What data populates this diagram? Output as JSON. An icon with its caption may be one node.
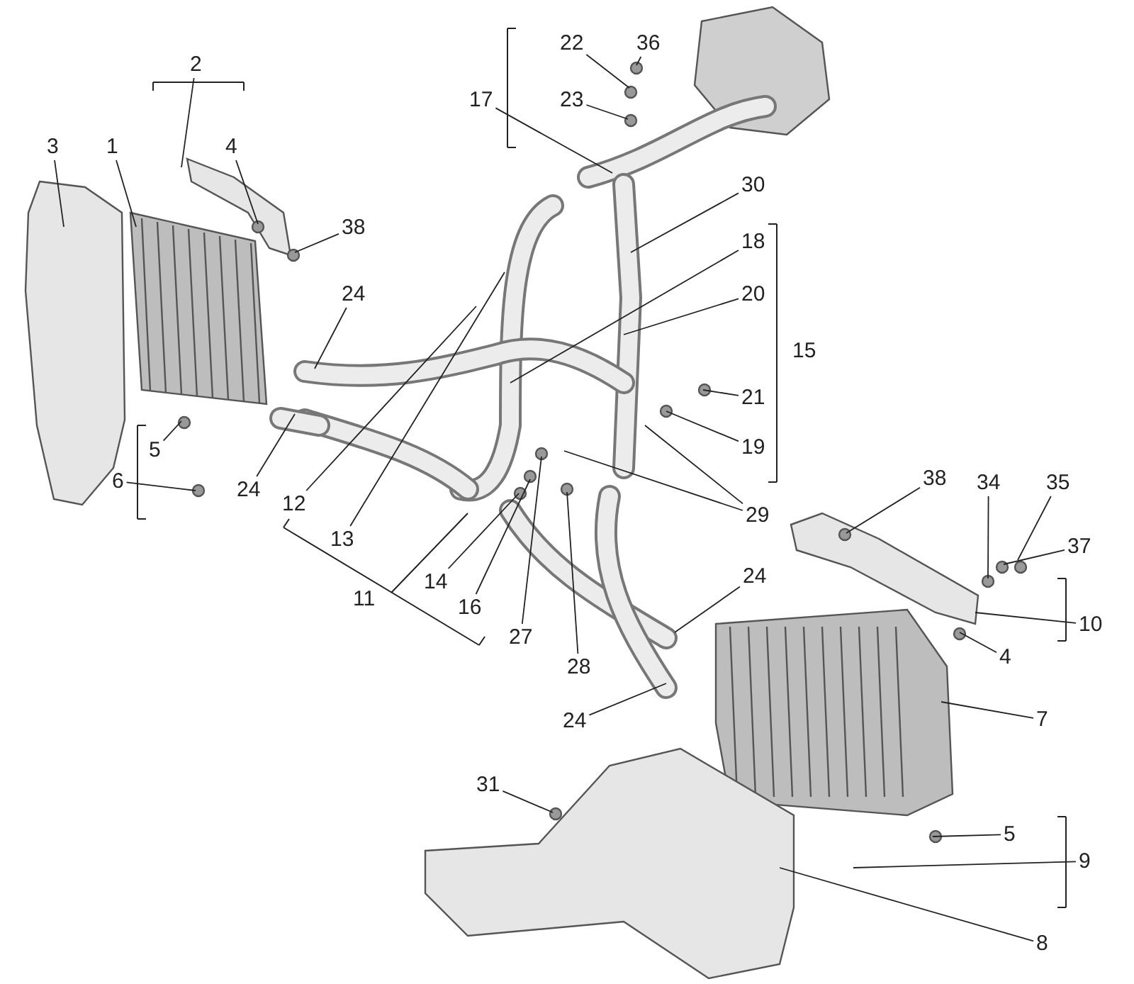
{
  "diagram": {
    "nodes": [
      {
        "text": [
          "2"
        ]
      },
      {
        "text": [
          "22"
        ]
      },
      {
        "text": [
          "36"
        ]
      },
      {
        "text": [
          "17"
        ]
      },
      {
        "text": [
          "23"
        ]
      },
      {
        "text": [
          "3"
        ]
      },
      {
        "text": [
          "1"
        ]
      },
      {
        "text": [
          "4"
        ]
      },
      {
        "text": [
          "30"
        ]
      },
      {
        "text": [
          "38"
        ]
      },
      {
        "text": [
          "18"
        ]
      },
      {
        "text": [
          "24"
        ]
      },
      {
        "text": [
          "20"
        ]
      },
      {
        "text": [
          "15"
        ]
      },
      {
        "text": [
          "21"
        ]
      },
      {
        "text": [
          "5"
        ]
      },
      {
        "text": [
          "6"
        ]
      },
      {
        "text": [
          "19"
        ]
      },
      {
        "text": [
          "24"
        ]
      },
      {
        "text": [
          "12"
        ]
      },
      {
        "text": [
          "29"
        ]
      },
      {
        "text": [
          "38"
        ]
      },
      {
        "text": [
          "34"
        ]
      },
      {
        "text": [
          "35"
        ]
      },
      {
        "text": [
          "13"
        ]
      },
      {
        "text": [
          "37"
        ]
      },
      {
        "text": [
          "11"
        ]
      },
      {
        "text": [
          "14"
        ]
      },
      {
        "text": [
          "10"
        ]
      },
      {
        "text": [
          "16"
        ]
      },
      {
        "text": [
          "24"
        ]
      },
      {
        "text": [
          "4"
        ]
      },
      {
        "text": [
          "27"
        ]
      },
      {
        "text": [
          "28"
        ]
      },
      {
        "text": [
          "24"
        ]
      },
      {
        "text": [
          "7"
        ]
      },
      {
        "text": [
          "31"
        ]
      },
      {
        "text": [
          "5"
        ]
      },
      {
        "text": [
          "9"
        ]
      },
      {
        "text": [
          "8"
        ]
      }
    ],
    "edges": [
      {
        "from": 0,
        "to": null,
        "arrow": "none"
      },
      {
        "from": 1,
        "to": null,
        "arrow": "none"
      },
      {
        "from": 2,
        "to": null,
        "arrow": "none"
      },
      {
        "from": 3,
        "to": null,
        "arrow": "none"
      },
      {
        "from": 4,
        "to": null,
        "arrow": "none"
      },
      {
        "from": 5,
        "to": null,
        "arrow": "none"
      },
      {
        "from": 6,
        "to": null,
        "arrow": "none"
      },
      {
        "from": 7,
        "to": null,
        "arrow": "none"
      },
      {
        "from": 8,
        "to": null,
        "arrow": "none"
      },
      {
        "from": 9,
        "to": null,
        "arrow": "none"
      },
      {
        "from": 10,
        "to": null,
        "arrow": "none"
      },
      {
        "from": 11,
        "to": null,
        "arrow": "none"
      },
      {
        "from": 12,
        "to": null,
        "arrow": "none"
      },
      {
        "from": 14,
        "to": null,
        "arrow": "none"
      },
      {
        "from": 15,
        "to": null,
        "arrow": "none"
      },
      {
        "from": 16,
        "to": null,
        "arrow": "none"
      },
      {
        "from": 17,
        "to": null,
        "arrow": "none"
      },
      {
        "from": 18,
        "to": null,
        "arrow": "none"
      },
      {
        "from": 19,
        "to": null,
        "arrow": "none"
      },
      {
        "from": 20,
        "to": null,
        "arrow": "none"
      },
      {
        "from": 20,
        "to": null,
        "arrow": "none"
      },
      {
        "from": 21,
        "to": null,
        "arrow": "none"
      },
      {
        "from": 22,
        "to": null,
        "arrow": "none"
      },
      {
        "from": 23,
        "to": null,
        "arrow": "none"
      },
      {
        "from": 24,
        "to": null,
        "arrow": "none"
      },
      {
        "from": 25,
        "to": null,
        "arrow": "none"
      },
      {
        "from": 27,
        "to": null,
        "arrow": "none"
      },
      {
        "from": 28,
        "to": null,
        "arrow": "none"
      },
      {
        "from": 29,
        "to": null,
        "arrow": "none"
      },
      {
        "from": 30,
        "to": null,
        "arrow": "none"
      },
      {
        "from": 31,
        "to": null,
        "arrow": "none"
      },
      {
        "from": 32,
        "to": null,
        "arrow": "none"
      },
      {
        "from": 33,
        "to": null,
        "arrow": "none"
      },
      {
        "from": 34,
        "to": null,
        "arrow": "none"
      },
      {
        "from": 35,
        "to": null,
        "arrow": "none"
      },
      {
        "from": 36,
        "to": null,
        "arrow": "none"
      },
      {
        "from": 37,
        "to": null,
        "arrow": "none"
      },
      {
        "from": 38,
        "to": null,
        "arrow": "none"
      },
      {
        "from": 39,
        "to": null,
        "arrow": "none"
      }
    ]
  }
}
